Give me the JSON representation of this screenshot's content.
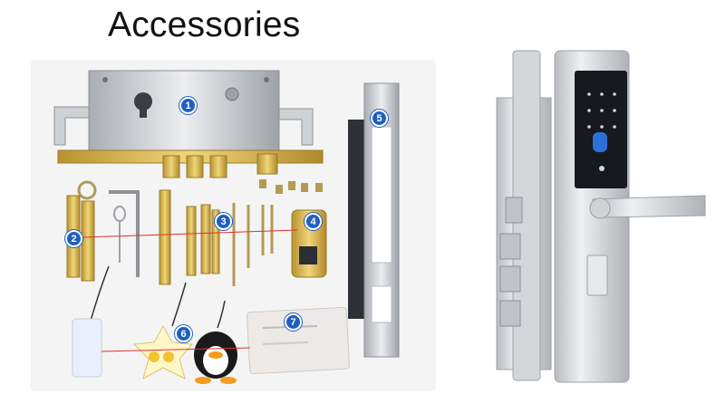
{
  "title": "Accessories",
  "badges": [
    "1",
    "2",
    "3",
    "4",
    "5",
    "6",
    "7"
  ],
  "colors": {
    "badge": "#1f5fbf",
    "connector": "#e03030",
    "brass": "#d4b24a",
    "steel": "#c9ccd0",
    "lock_body": "#d9dbde",
    "lock_face": "#1b1e22"
  }
}
